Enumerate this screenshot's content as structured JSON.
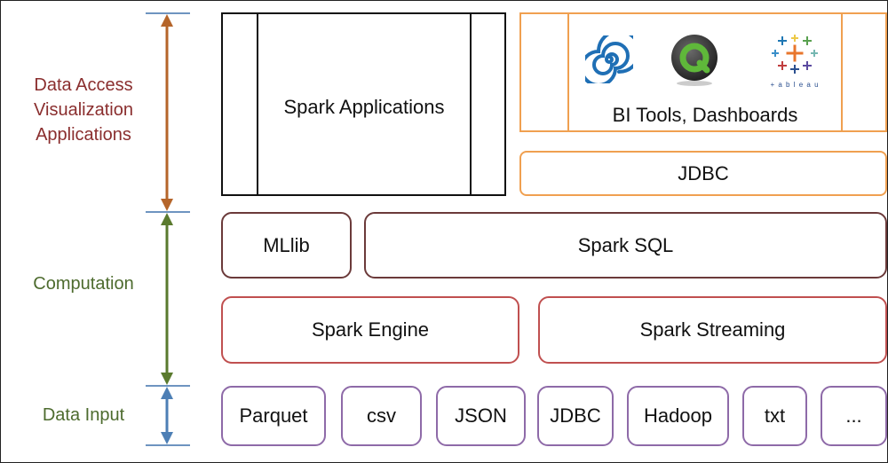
{
  "layers": {
    "access": {
      "lines": [
        "Data Access",
        "Visualization",
        "Applications"
      ],
      "color": "#8a2e2e"
    },
    "computation": {
      "label": "Computation",
      "color": "#4d6b2e"
    },
    "input": {
      "label": "Data Input",
      "color": "#4d6b2e"
    }
  },
  "top": {
    "spark_apps": "Spark Applications",
    "bi_tools": "BI Tools, Dashboards",
    "bi_icons": [
      "spiral-logo-icon",
      "qlik-logo-icon",
      "tableau-logo-icon"
    ],
    "tableau_wordmark": "+ a b l e a u",
    "jdbc": "JDBC"
  },
  "compute": {
    "mllib": "MLlib",
    "spark_sql": "Spark SQL",
    "spark_engine": "Spark Engine",
    "spark_streaming": "Spark Streaming"
  },
  "inputs": [
    "Parquet",
    "csv",
    "JSON",
    "JDBC",
    "Hadoop",
    "txt",
    "..."
  ],
  "colors": {
    "orange": "#f0a050",
    "maroon": "#6b3a3a",
    "red": "#c05050",
    "purple": "#8e6aa8",
    "arrow_orange": "#b5652a",
    "arrow_green": "#5a7a2e",
    "arrow_blue": "#4d7fb5",
    "tick": "#6e94c0"
  }
}
